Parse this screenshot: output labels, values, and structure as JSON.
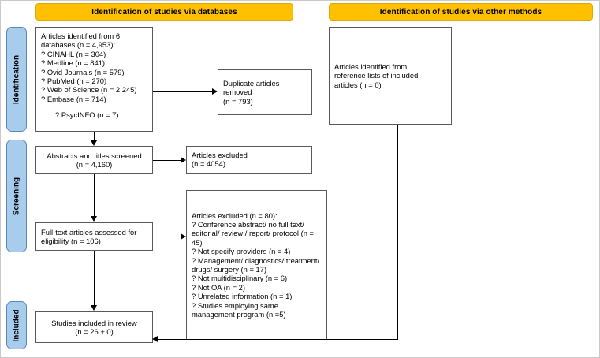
{
  "diagram": {
    "type": "prisma-flow-diagram",
    "accent_yellow": "#FFC000",
    "accent_blue": "#A8CCEC",
    "banners": [
      {
        "id": "databases",
        "label": "Identification of studies via databases"
      },
      {
        "id": "other-methods",
        "label": "Identification of studies via other methods"
      }
    ],
    "stages": [
      {
        "id": "identification",
        "label": "Identification"
      },
      {
        "id": "screening",
        "label": "Screening"
      },
      {
        "id": "included",
        "label": "Included"
      }
    ],
    "boxes": {
      "records_identified": {
        "lines": [
          "Articles identified from 6 databases (n = 4,953):",
          "? CINAHL (n = 304)",
          "? Medline (n = 841)",
          "? Ovid Journals (n = 579)",
          "? PubMed (n = 270)",
          "? Web of Science (n = 2,245)",
          "? Embase (n = 714)"
        ],
        "extra_line": "? PsycINFO (n = 7)"
      },
      "duplicates_removed": {
        "lines": [
          "Duplicate articles",
          "removed",
          "(n = 793)"
        ]
      },
      "other_methods_identified": {
        "lines": [
          "Articles identified from",
          "reference lists of included",
          "articles (n = 0)"
        ]
      },
      "abstracts_screened": {
        "lines": [
          "Abstracts and titles screened",
          "(n = 4,160)"
        ]
      },
      "records_excluded": {
        "lines": [
          "Articles excluded",
          "(n = 4054)"
        ]
      },
      "fulltext_assessed": {
        "lines": [
          "Full-text articles assessed for",
          "eligibility (n = 106)"
        ]
      },
      "fulltext_excluded": {
        "lines": [
          "Articles excluded (n = 80):",
          "? Conference abstract/ no full text/ editorial/ review / report/ protocol (n = 45)",
          "? Not specify providers (n = 4)",
          "? Management/ diagnostics/ treatment/ drugs/ surgery (n = 17)",
          "? Not multidisciplinary (n = 6)",
          "? Not OA (n = 2)",
          "? Unrelated information (n = 1)",
          "? Studies employing same management program (n =5)"
        ]
      },
      "studies_included": {
        "lines": [
          "Studies included in review",
          "(n = 26 + 0)"
        ]
      }
    }
  }
}
